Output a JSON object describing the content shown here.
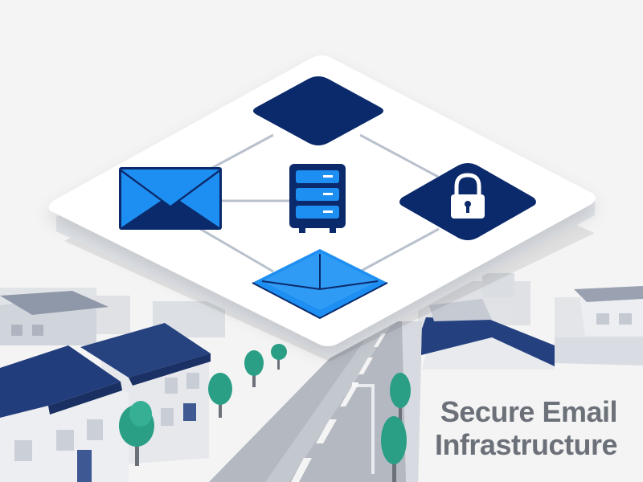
{
  "caption": {
    "line1": "Secure Email",
    "line2": "Infrastructure"
  },
  "colors": {
    "background": "#f4f4f4",
    "navy": "#0b2a6b",
    "bright_blue": "#1e8ff2",
    "platform": "#ffffff",
    "connector": "#b9c1cd",
    "roof": "#2a4683",
    "house": "#e3e6eb",
    "road": "#b5bac3",
    "tree": "#2a9f86",
    "caption_text": "#6b7079"
  },
  "icons": [
    "envelope-icon",
    "server-rack-icon",
    "padlock-icon",
    "open-envelope-icon",
    "network-node"
  ]
}
